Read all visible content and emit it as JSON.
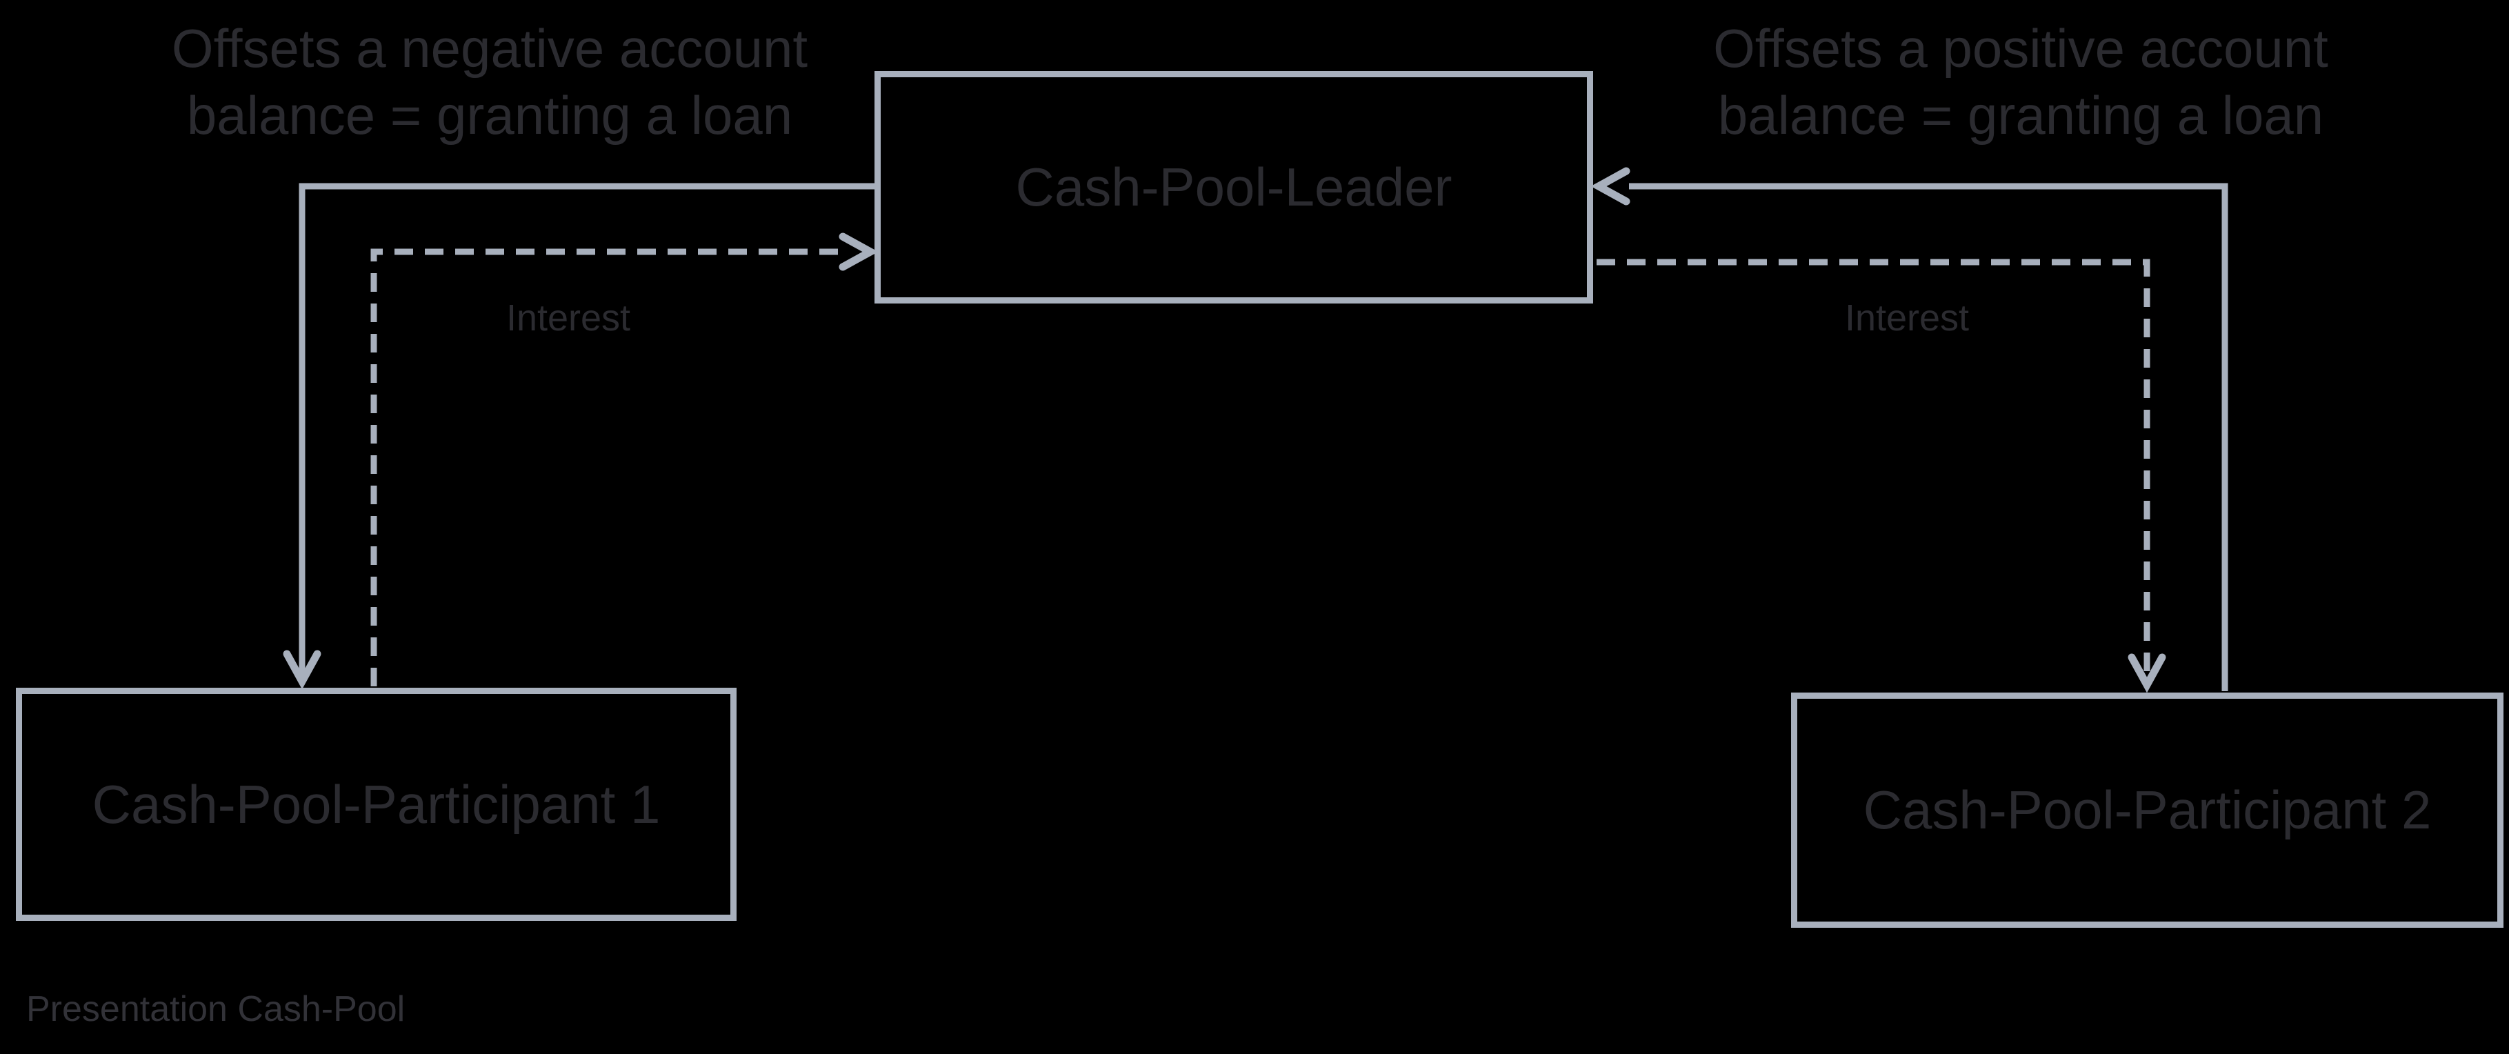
{
  "colors": {
    "background": "#000000",
    "line": "#a8b0bd",
    "text": "#2b2b30",
    "caption_text": "#323238"
  },
  "nodes": {
    "leader": {
      "label": "Cash-Pool-Leader"
    },
    "participant1": {
      "label": "Cash-Pool-Participant 1"
    },
    "participant2": {
      "label": "Cash-Pool-Participant 2"
    }
  },
  "annotations": {
    "left": {
      "line1": "Offsets a negative account",
      "line2": "balance = granting a loan"
    },
    "right": {
      "line1": "Offsets a positive account",
      "line2": "balance = granting a loan"
    }
  },
  "edges": {
    "left_interest": {
      "label": "Interest"
    },
    "right_interest": {
      "label": "Interest"
    }
  },
  "caption": "Presentation Cash-Pool"
}
